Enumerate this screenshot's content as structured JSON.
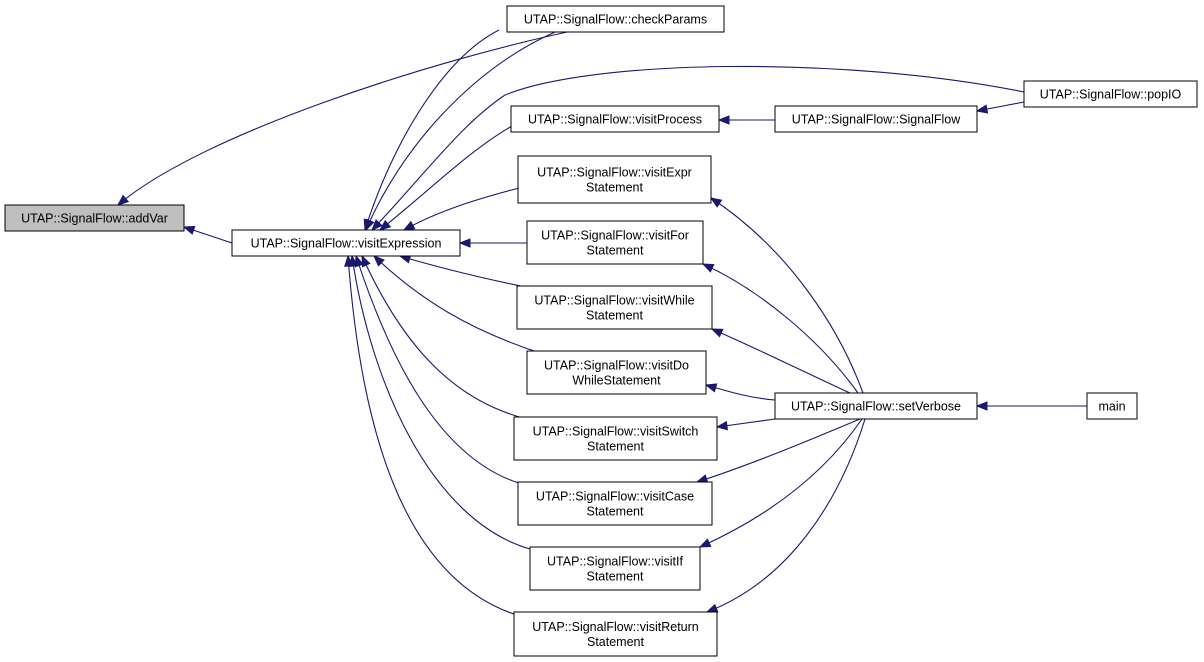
{
  "colors": {
    "edge": "#191970",
    "node_border": "#000000",
    "node_fill": "#ffffff",
    "highlight_fill": "#bfbfbf"
  },
  "nodes": [
    {
      "id": "addVar",
      "lines": [
        "UTAP::SignalFlow::addVar"
      ],
      "highlight": true
    },
    {
      "id": "visitExpression",
      "lines": [
        "UTAP::SignalFlow::visitExpression"
      ]
    },
    {
      "id": "checkParams",
      "lines": [
        "UTAP::SignalFlow::checkParams"
      ]
    },
    {
      "id": "popIO",
      "lines": [
        "UTAP::SignalFlow::popIO"
      ]
    },
    {
      "id": "visitProcess",
      "lines": [
        "UTAP::SignalFlow::visitProcess"
      ]
    },
    {
      "id": "signalFlow",
      "lines": [
        "UTAP::SignalFlow::SignalFlow"
      ]
    },
    {
      "id": "visitExprStatement",
      "lines": [
        "UTAP::SignalFlow::visitExpr",
        "Statement"
      ]
    },
    {
      "id": "visitForStatement",
      "lines": [
        "UTAP::SignalFlow::visitFor",
        "Statement"
      ]
    },
    {
      "id": "visitWhileStatement",
      "lines": [
        "UTAP::SignalFlow::visitWhile",
        "Statement"
      ]
    },
    {
      "id": "visitDoWhileStatement",
      "lines": [
        "UTAP::SignalFlow::visitDo",
        "WhileStatement"
      ]
    },
    {
      "id": "visitSwitchStatement",
      "lines": [
        "UTAP::SignalFlow::visitSwitch",
        "Statement"
      ]
    },
    {
      "id": "visitCaseStatement",
      "lines": [
        "UTAP::SignalFlow::visitCase",
        "Statement"
      ]
    },
    {
      "id": "visitIfStatement",
      "lines": [
        "UTAP::SignalFlow::visitIf",
        "Statement"
      ]
    },
    {
      "id": "visitReturnStatement",
      "lines": [
        "UTAP::SignalFlow::visitReturn",
        "Statement"
      ]
    },
    {
      "id": "setVerbose",
      "lines": [
        "UTAP::SignalFlow::setVerbose"
      ]
    },
    {
      "id": "main",
      "lines": [
        "main"
      ]
    }
  ],
  "edges": [
    {
      "from": "visitExpression",
      "to": "addVar"
    },
    {
      "from": "checkParams",
      "to": "addVar"
    },
    {
      "from": "checkParams",
      "to": "visitExpression"
    },
    {
      "from": "popIO",
      "to": "visitExpression"
    },
    {
      "from": "visitProcess",
      "to": "visitExpression"
    },
    {
      "from": "visitExprStatement",
      "to": "visitExpression"
    },
    {
      "from": "visitForStatement",
      "to": "visitExpression"
    },
    {
      "from": "visitWhileStatement",
      "to": "visitExpression"
    },
    {
      "from": "visitDoWhileStatement",
      "to": "visitExpression"
    },
    {
      "from": "visitSwitchStatement",
      "to": "visitExpression"
    },
    {
      "from": "visitCaseStatement",
      "to": "visitExpression"
    },
    {
      "from": "visitIfStatement",
      "to": "visitExpression"
    },
    {
      "from": "visitReturnStatement",
      "to": "visitExpression"
    },
    {
      "from": "popIO",
      "to": "checkParams"
    },
    {
      "from": "signalFlow",
      "to": "visitProcess"
    },
    {
      "from": "popIO",
      "to": "signalFlow"
    },
    {
      "from": "setVerbose",
      "to": "visitExprStatement"
    },
    {
      "from": "setVerbose",
      "to": "visitForStatement"
    },
    {
      "from": "setVerbose",
      "to": "visitWhileStatement"
    },
    {
      "from": "setVerbose",
      "to": "visitDoWhileStatement"
    },
    {
      "from": "setVerbose",
      "to": "visitSwitchStatement"
    },
    {
      "from": "setVerbose",
      "to": "visitCaseStatement"
    },
    {
      "from": "setVerbose",
      "to": "visitIfStatement"
    },
    {
      "from": "setVerbose",
      "to": "visitReturnStatement"
    },
    {
      "from": "main",
      "to": "setVerbose"
    }
  ]
}
